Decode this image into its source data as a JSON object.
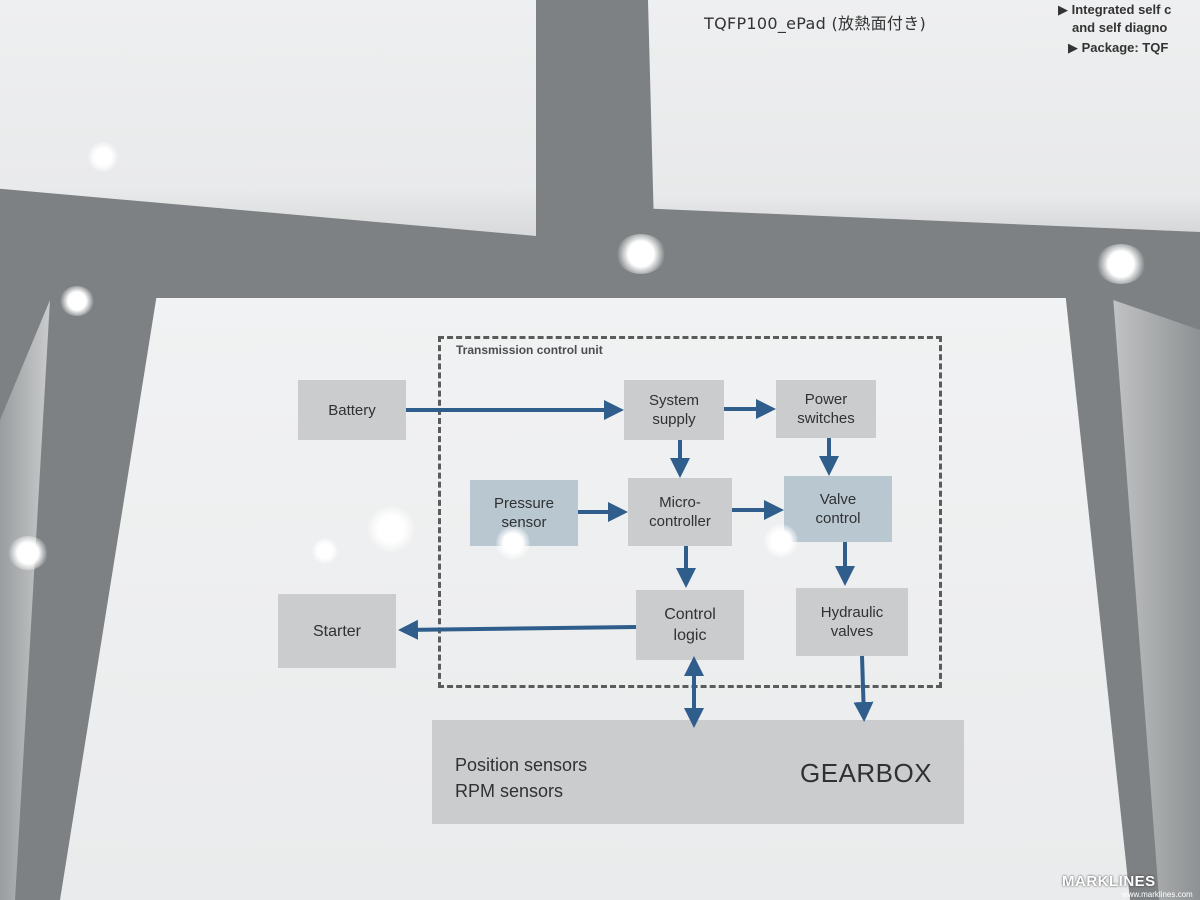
{
  "background_cards": {
    "package_text": "TQFP100_ePad (放熱面付き)",
    "bullets": [
      "▶ Integrated self c",
      "and self diagno",
      "▶ Package: TQF"
    ]
  },
  "diagram": {
    "group_label": "Transmission control unit",
    "nodes": {
      "battery": "Battery",
      "system_supply": "System\nsupply",
      "power_switches": "Power\nswitches",
      "pressure_sensor": "Pressure\nsensor",
      "microcontroller": "Micro-\ncontroller",
      "valve_control": "Valve\ncontrol",
      "starter": "Starter",
      "control_logic": "Control\nlogic",
      "hydraulic_valves": "Hydraulic\nvalves"
    },
    "gearbox": {
      "sensors_line1": "Position sensors",
      "sensors_line2": "RPM sensors",
      "title": "GEARBOX"
    },
    "edges": [
      {
        "from": "Battery",
        "to": "System supply"
      },
      {
        "from": "System supply",
        "to": "Power switches"
      },
      {
        "from": "System supply",
        "to": "Micro-controller"
      },
      {
        "from": "Power switches",
        "to": "Valve control"
      },
      {
        "from": "Pressure sensor",
        "to": "Micro-controller"
      },
      {
        "from": "Micro-controller",
        "to": "Valve control"
      },
      {
        "from": "Micro-controller",
        "to": "Control logic"
      },
      {
        "from": "Valve control",
        "to": "Hydraulic valves"
      },
      {
        "from": "Control logic",
        "to": "Starter"
      },
      {
        "from": "Control logic",
        "to": "GEARBOX",
        "bidirectional": true
      },
      {
        "from": "Hydraulic valves",
        "to": "GEARBOX"
      }
    ],
    "colors": {
      "arrow": "#2f5d8c",
      "node_grey": "#cbcccd",
      "node_blue": "#b9c7d1",
      "border_dashed": "#595b5d"
    }
  },
  "watermark": {
    "brand": "MARKLINES",
    "url": "www.marklines.com"
  }
}
